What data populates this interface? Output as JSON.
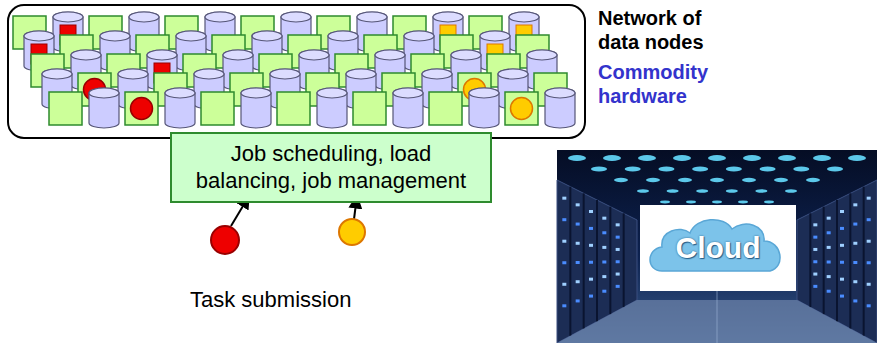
{
  "diagram": {
    "nodes": [
      {
        "text": [
          "Job scheduling, load balancing, job management"
        ]
      },
      {
        "text": [
          "Cloud"
        ]
      }
    ],
    "labels": [
      "Network of data nodes",
      "Commodity hardware",
      "Task submission"
    ]
  }
}
